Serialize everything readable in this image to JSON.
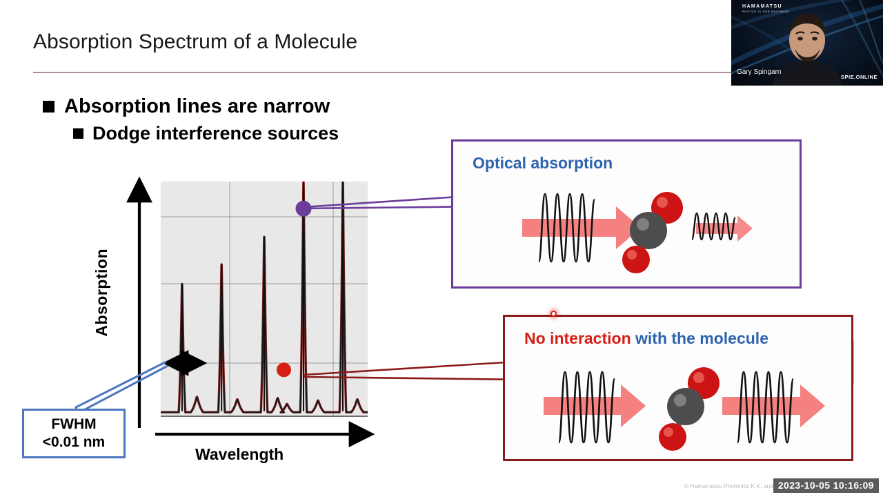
{
  "slide": {
    "title": "Absorption Spectrum of a Molecule",
    "bullets": [
      {
        "label": "Absorption lines are narrow",
        "level": 1
      },
      {
        "label": "Dodge interference sources",
        "level": 2
      }
    ]
  },
  "chart_data": {
    "type": "line",
    "title": "Absorption Spectrum of a Molecule",
    "xlabel": "Wavelength",
    "ylabel": "Absorption",
    "grid": true,
    "legend": "none",
    "xlim": [
      0,
      1
    ],
    "ylim": [
      0,
      1
    ],
    "x_gridlines": [
      0.335,
      0.775
    ],
    "y_gridlines": [
      0.15,
      0.55,
      0.85
    ],
    "series": [
      {
        "name": "Absorption",
        "peaks": [
          {
            "x": 0.103,
            "height": 0.565,
            "fwhm": 0.012
          },
          {
            "x": 0.294,
            "height": 0.648,
            "fwhm": 0.012
          },
          {
            "x": 0.5,
            "height": 0.765,
            "fwhm": 0.012
          },
          {
            "x": 0.69,
            "height": 1.02,
            "fwhm": 0.012
          },
          {
            "x": 0.88,
            "height": 1.05,
            "fwhm": 0.012
          }
        ],
        "minor_peaks": [
          {
            "x": 0.175,
            "height": 0.085
          },
          {
            "x": 0.37,
            "height": 0.075
          },
          {
            "x": 0.565,
            "height": 0.08
          },
          {
            "x": 0.61,
            "height": 0.055
          },
          {
            "x": 0.76,
            "height": 0.07
          },
          {
            "x": 0.95,
            "height": 0.075
          }
        ],
        "baseline": 0.02
      }
    ],
    "annotations": [
      {
        "name": "fwhm-arrow",
        "type": "double-arrow",
        "x_start": 0.035,
        "x_end": 0.19,
        "y": 0.38
      },
      {
        "name": "purple-marker",
        "type": "dot",
        "x": 0.69,
        "y": 0.885,
        "color": "#6a3d9a"
      },
      {
        "name": "red-marker",
        "type": "dot",
        "x": 0.595,
        "y": 0.2,
        "color": "#d61f17"
      }
    ]
  },
  "fwhm_callout": {
    "line1": "FWHM",
    "line2": "<0.01 nm",
    "border_color": "#4a77c0"
  },
  "panels": [
    {
      "id": "optical-absorption",
      "heading": "Optical absorption",
      "heading_color": "#2e63ad",
      "border_color": "#6a3d9a",
      "wave_in": "strong",
      "wave_out": "attenuated",
      "molecule": "CO2"
    },
    {
      "id": "no-interaction",
      "heading_part1": "No interaction",
      "heading_part1_color": "#d61f17",
      "heading_part2": " with the molecule",
      "heading_part2_color": "#2e63ad",
      "border_color": "#8b1a1a",
      "wave_in": "strong",
      "wave_out": "strong",
      "molecule": "CO2"
    }
  ],
  "webcam": {
    "logo": "HAMAMATSU",
    "logo_sub": "PHOTON IS OUR BUSINESS",
    "presenter": "Gary Spingarn",
    "brand": "SPIE.ONLINE"
  },
  "footer": {
    "copyright": "© Hamamatsu Photonics K.K. and its",
    "timestamp": "2023-10-05  10:16:09"
  },
  "colors": {
    "title_rule": "#b08c96",
    "purple": "#6a3d9a",
    "dark_red": "#8b1a1a",
    "blue": "#4a77c0",
    "arrow_pink": "#f48080",
    "oxygen_red": "#cc1414",
    "carbon_gray": "#4d4d4d"
  }
}
